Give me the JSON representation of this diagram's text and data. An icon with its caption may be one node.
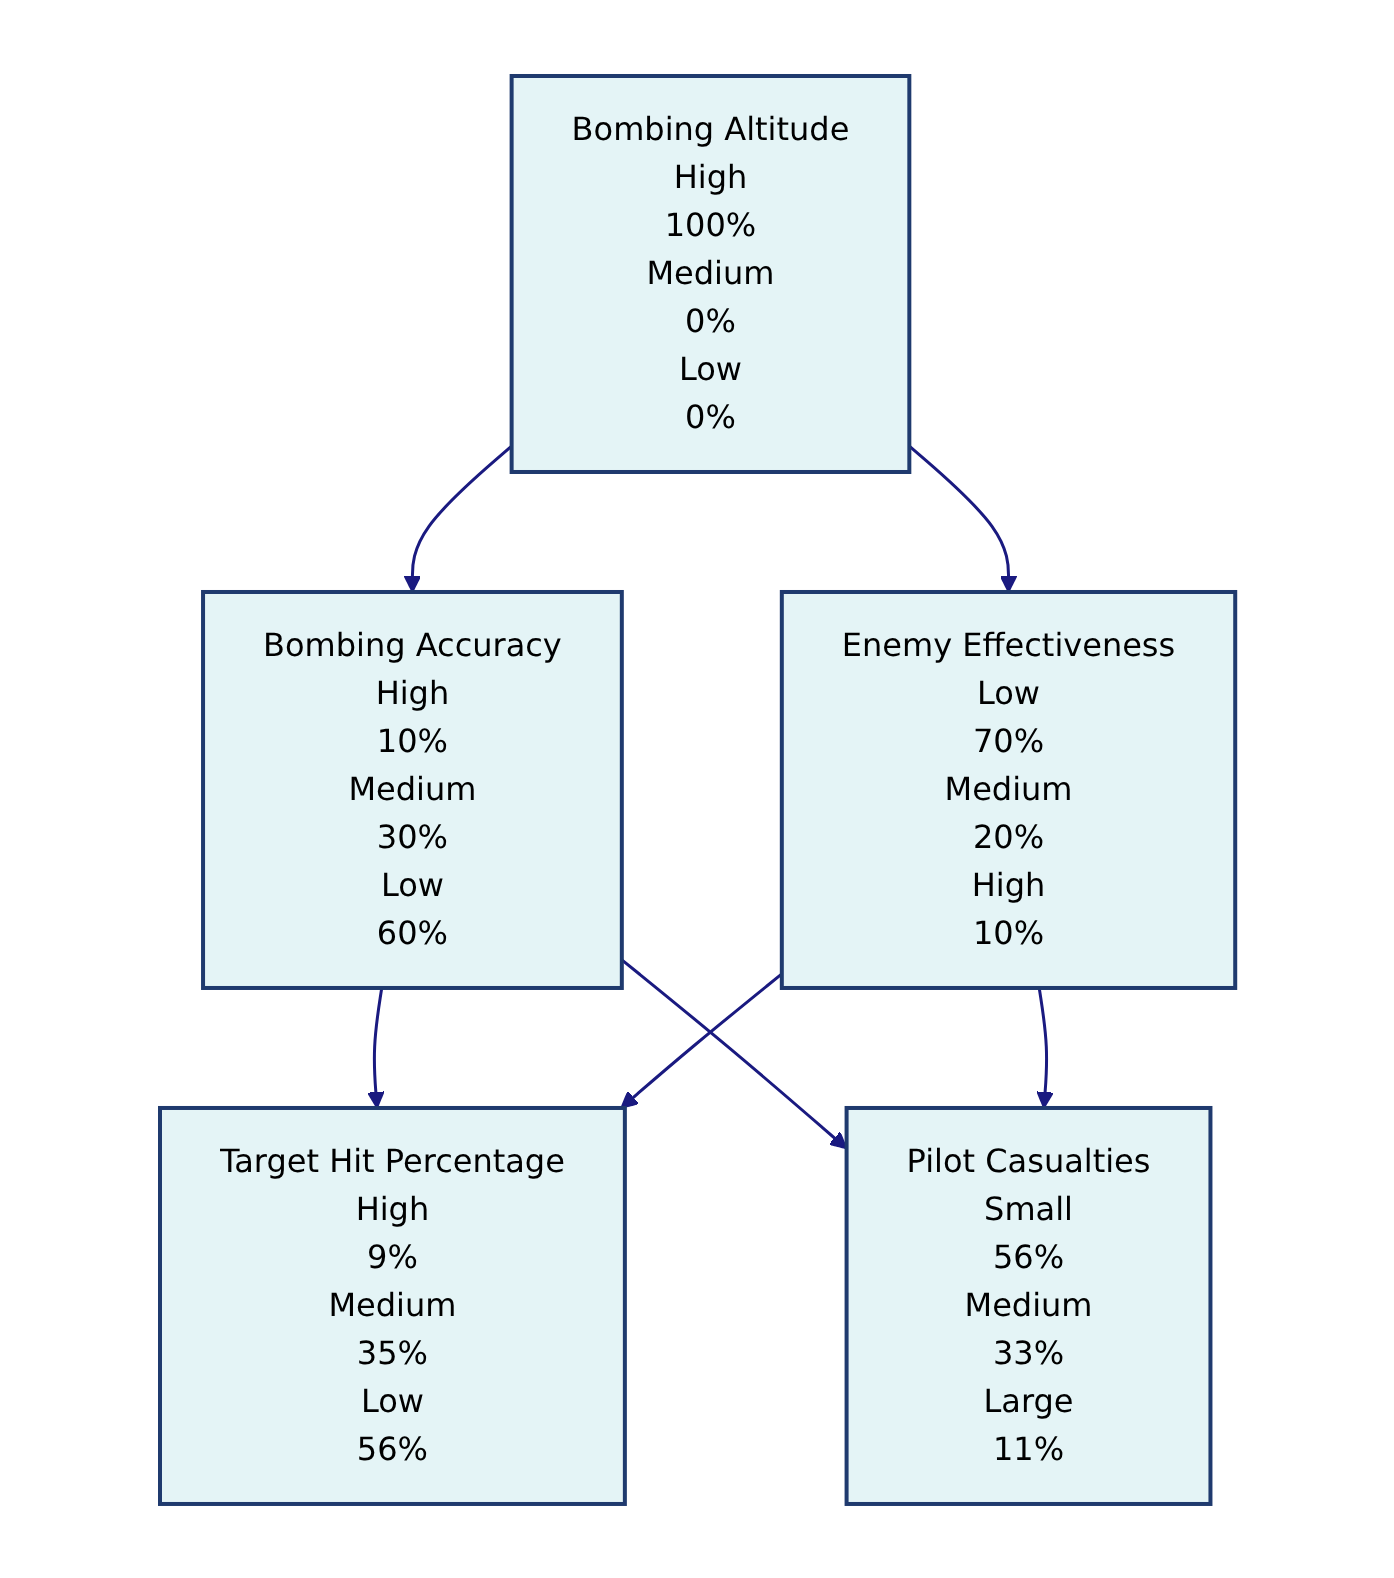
{
  "diagram": {
    "nodes": [
      {
        "text": [
          "Bombing Altitude",
          "High",
          "100%",
          "Medium",
          "0%",
          "Low",
          "0%"
        ]
      },
      {
        "text": [
          "Bombing Accuracy",
          "High",
          "10%",
          "Medium",
          "30%",
          "Low",
          "60%"
        ]
      },
      {
        "text": [
          "Enemy Effectiveness",
          "Low",
          "70%",
          "Medium",
          "20%",
          "High",
          "10%"
        ]
      },
      {
        "text": [
          "Target Hit Percentage",
          "High",
          "9%",
          "Medium",
          "35%",
          "Low",
          "56%"
        ]
      },
      {
        "text": [
          "Pilot Casualties",
          "Small",
          "56%",
          "Medium",
          "33%",
          "Large",
          "11%"
        ]
      }
    ],
    "edges": [
      {
        "from": 0,
        "to": 1,
        "arrow": "to"
      },
      {
        "from": 0,
        "to": 2,
        "arrow": "to"
      },
      {
        "from": 1,
        "to": 3,
        "arrow": "to"
      },
      {
        "from": 1,
        "to": 4,
        "arrow": "to"
      },
      {
        "from": 2,
        "to": 3,
        "arrow": "to"
      },
      {
        "from": 2,
        "to": 4,
        "arrow": "to"
      }
    ]
  }
}
